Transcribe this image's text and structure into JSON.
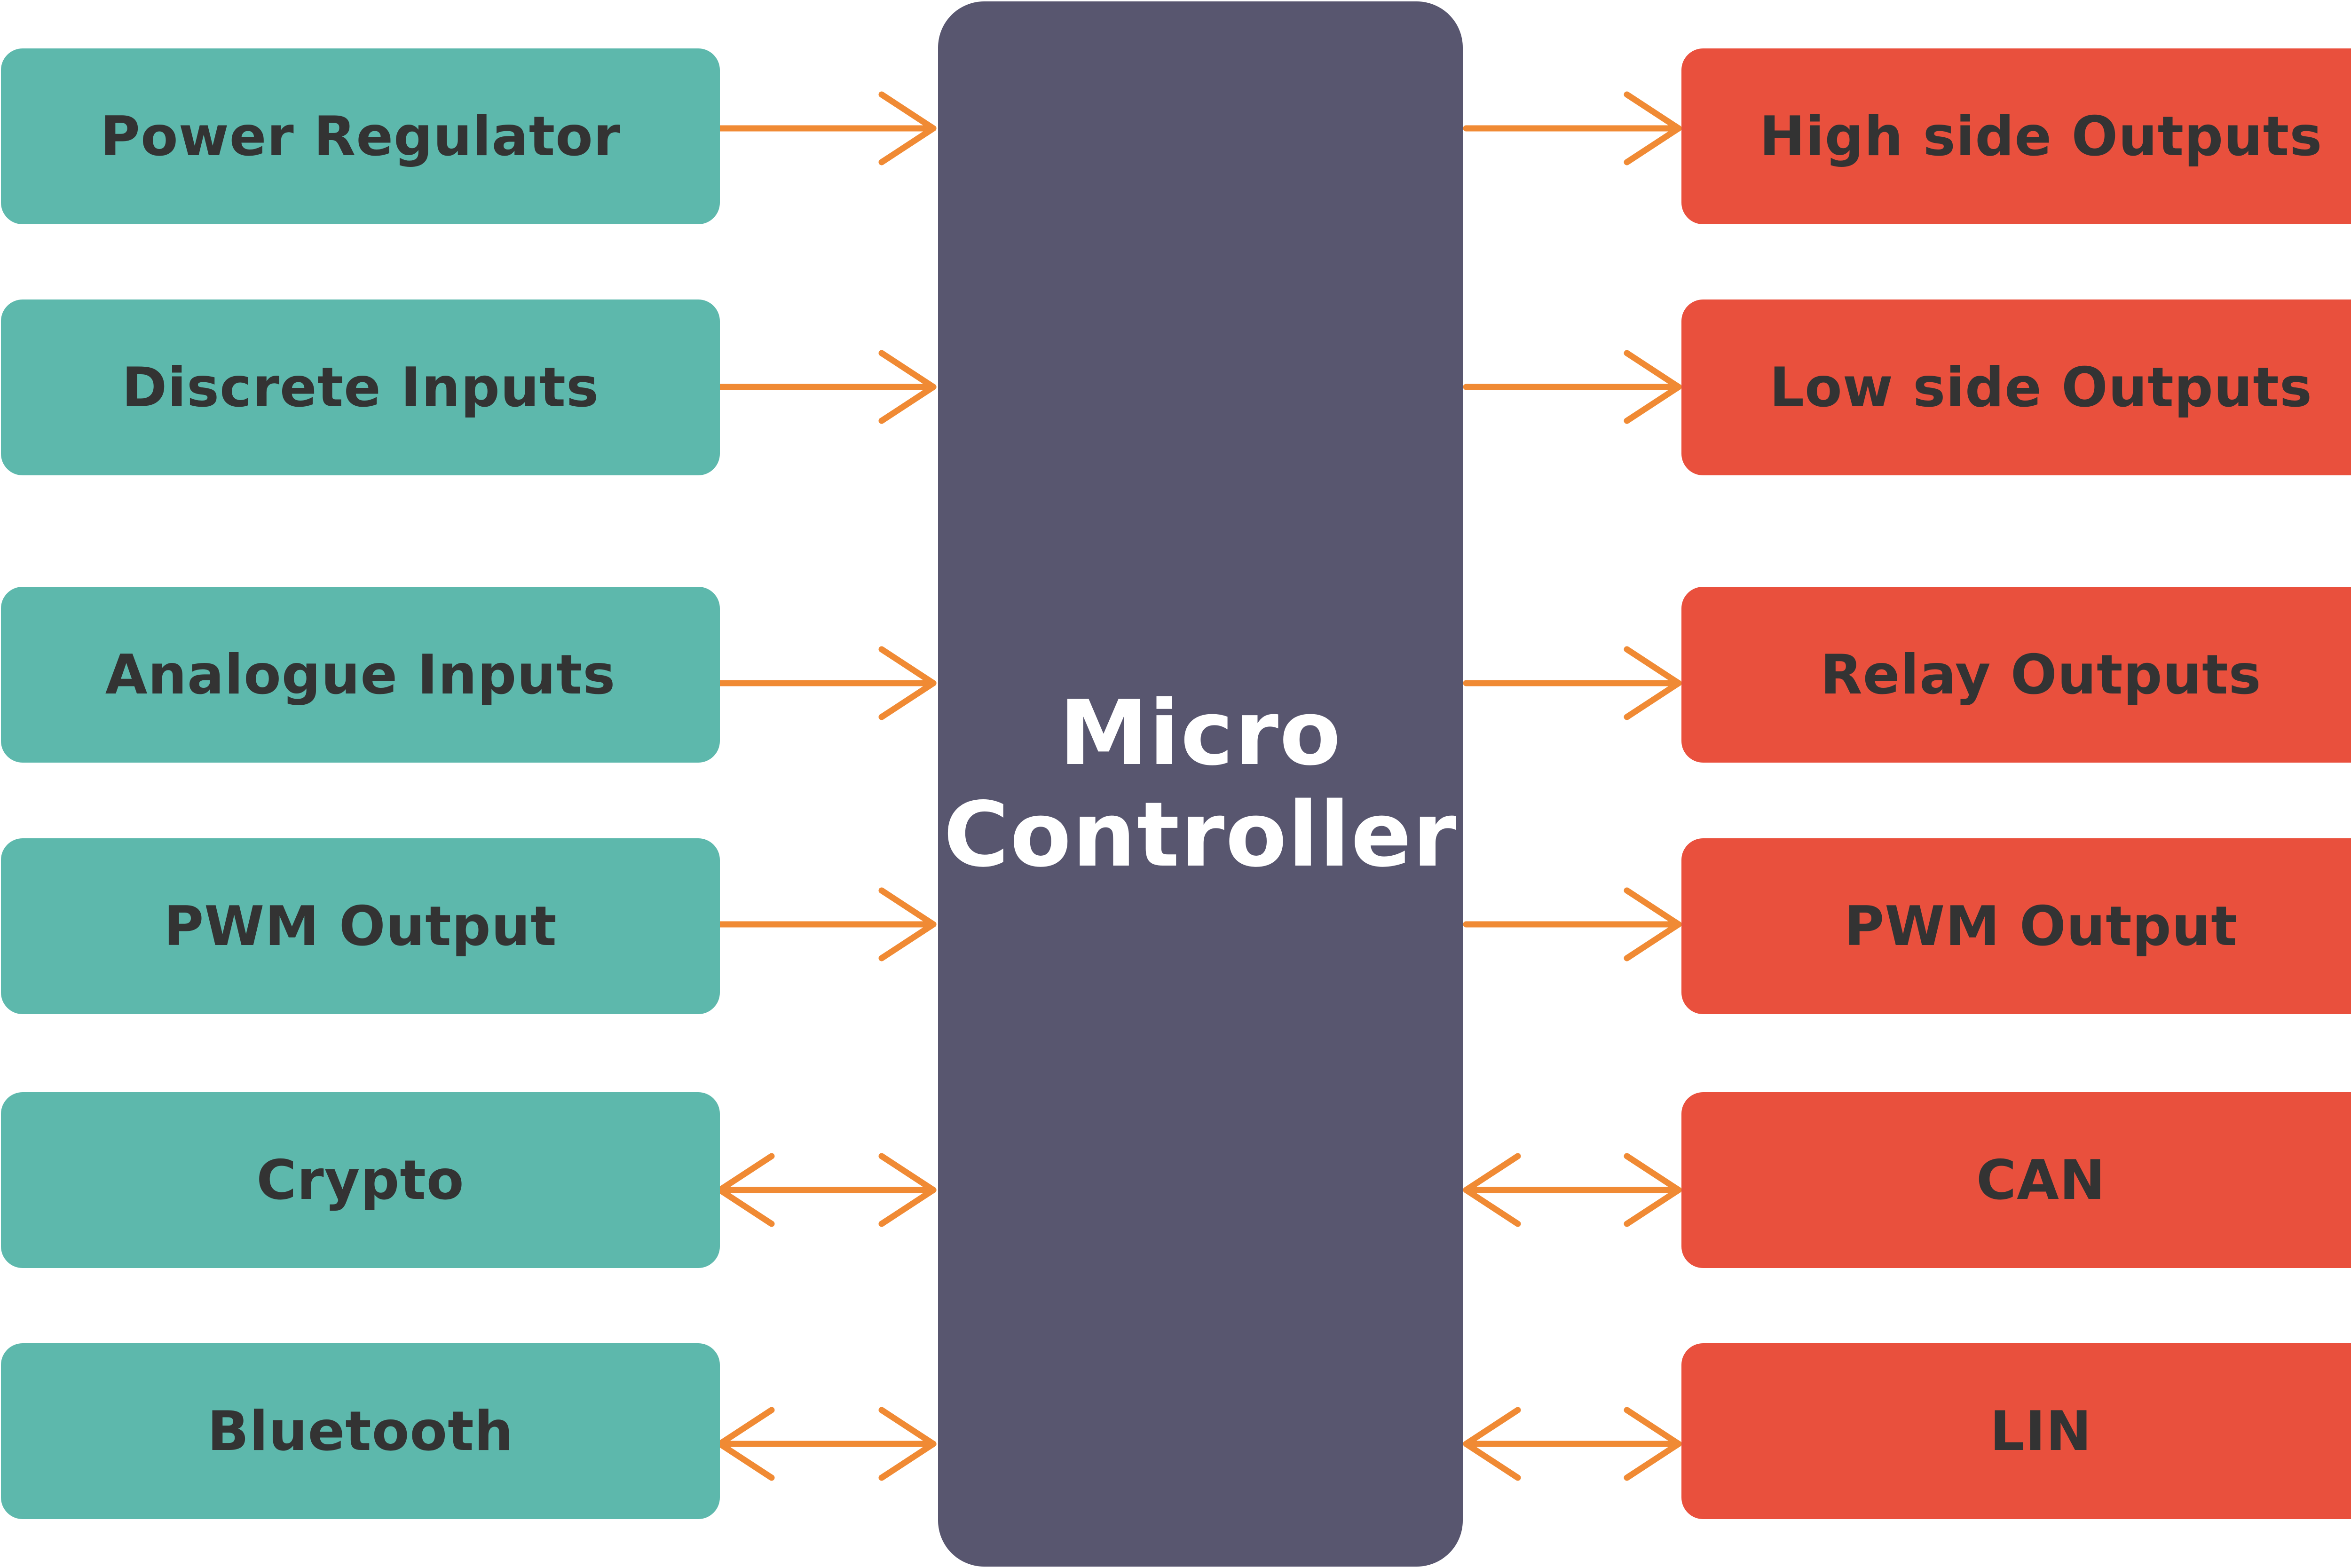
{
  "colors": {
    "input_fill": "#5db8ac",
    "output_fill": "#e9503d",
    "controller_fill": "#58566f",
    "box_text": "#333333",
    "controller_text": "#ffffff",
    "arrow": "#f08a34"
  },
  "controller": {
    "line1": "Micro",
    "line2": "Controller"
  },
  "left_blocks": [
    {
      "label": "Power Regulator",
      "direction": "to-controller"
    },
    {
      "label": "Discrete Inputs",
      "direction": "to-controller"
    },
    {
      "label": "Analogue Inputs",
      "direction": "to-controller"
    },
    {
      "label": "PWM Output",
      "direction": "to-controller"
    },
    {
      "label": "Crypto",
      "direction": "bidirectional"
    },
    {
      "label": "Bluetooth",
      "direction": "bidirectional"
    }
  ],
  "right_blocks": [
    {
      "label": "High side Outputs",
      "direction": "from-controller"
    },
    {
      "label": "Low side Outputs",
      "direction": "from-controller"
    },
    {
      "label": "Relay Outputs",
      "direction": "from-controller"
    },
    {
      "label": "PWM Output",
      "direction": "from-controller"
    },
    {
      "label": "CAN",
      "direction": "bidirectional"
    },
    {
      "label": "LIN",
      "direction": "bidirectional"
    }
  ]
}
